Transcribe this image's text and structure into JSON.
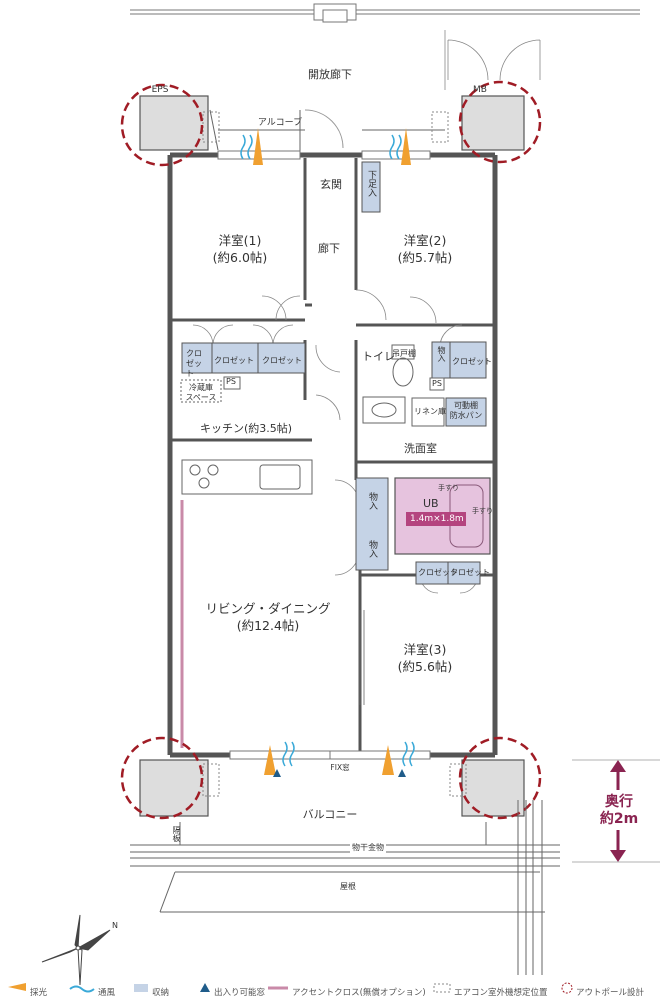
{
  "labels": {
    "open_corridor": "開放廊下",
    "eps": "EPS",
    "mb": "MB",
    "alcove": "アルコーブ",
    "genkan": "玄関",
    "getabako": "下足入",
    "room1_name": "洋室(1)",
    "room1_size": "(約6.0帖)",
    "room2_name": "洋室(2)",
    "room2_size": "(約5.7帖)",
    "hallway": "廊下",
    "closet": "クロゼット",
    "closet_short": "クロ ゼット",
    "toilet": "トイレ",
    "hanging_shelf": "吊戸棚",
    "storage": "物入",
    "ps": "PS",
    "fridge_space": "冷蔵庫 スペース",
    "kitchen": "キッチン(約3.5帖)",
    "linen": "リネン庫",
    "washer_pan": "可動棚 防水パン",
    "washroom": "洗面室",
    "ub": "UB",
    "ub_size": "1.4m×1.8m",
    "handrail": "手すり",
    "living_name": "リビング・ダイニング",
    "living_size": "(約12.4帖)",
    "room3_name": "洋室(3)",
    "room3_size": "(約5.6帖)",
    "fix_window": "FIX窓",
    "balcony": "バルコニー",
    "partition": "隔板",
    "drying_rack": "物干金物",
    "roof": "屋根",
    "depth_line1": "奥行",
    "depth_line2": "約2m",
    "north": "N"
  },
  "legend": [
    {
      "icon": "daylight-icon",
      "label": "採光"
    },
    {
      "icon": "ventilation-icon",
      "label": "通風"
    },
    {
      "icon": "storage-icon",
      "label": "収納"
    },
    {
      "icon": "entry-window-icon",
      "label": "出入り可能窓"
    },
    {
      "icon": "accent-cloth-icon",
      "label": "アクセントクロス(無償オプション)"
    },
    {
      "icon": "aircon-icon",
      "label": "エアコン室外機想定位置"
    },
    {
      "icon": "outpole-icon",
      "label": "アウトポール設計"
    }
  ],
  "colors": {
    "wall": "#555555",
    "storage": "#c5d3e6",
    "bath": "#e6c3de",
    "ub_label": "#b4447f",
    "daylight": "#f0a030",
    "ventilation": "#3aa9d8",
    "entry_window": "#1f5c8a",
    "outpole": "#a01c25",
    "accent_cloth": "#c98aa8",
    "depth_arrow": "#8a2451"
  }
}
